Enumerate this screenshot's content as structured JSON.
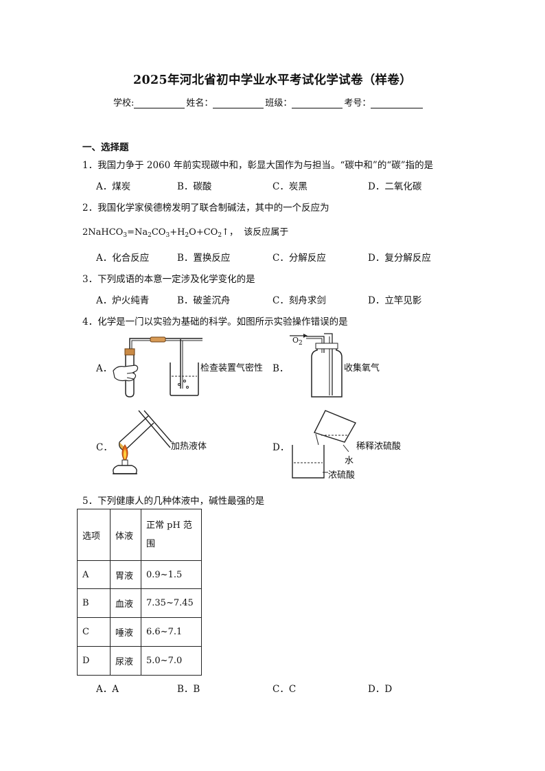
{
  "header": {
    "title": "2025年河北省初中学业水平考试化学试卷（样卷）",
    "school_label": "学校:",
    "name_label": "姓名：",
    "class_label": "班级：",
    "exam_no_label": "考号："
  },
  "section1": {
    "title": "一、选择题"
  },
  "q1": {
    "stem": "1．我国力争于 2060 年前实现碳中和，彰显大国作为与担当。“碳中和”的“碳”指的是",
    "options": [
      "A．煤炭",
      "B．碳酸",
      "C．炭黑",
      "D．二氧化碳"
    ]
  },
  "q2": {
    "stem": "2．我国化学家侯德榜发明了联合制碱法，其中的一个反应为",
    "eq": {
      "p1": "2NaHCO",
      "s1": "3",
      "p2": "=Na",
      "s2": "2",
      "p3": "CO",
      "s3": "3",
      "p4": "+H",
      "s4": "2",
      "p5": "O+CO",
      "s5": "2",
      "p6": "↑，",
      "tail": "该反应属于"
    },
    "options": [
      "A．化合反应",
      "B．置换反应",
      "C．分解反应",
      "D．复分解反应"
    ]
  },
  "q3": {
    "stem": "3．下列成语的本意一定涉及化学变化的是",
    "options": [
      "A．炉火纯青",
      "B．破釜沉舟",
      "C．刻舟求剑",
      "D．立竿见影"
    ]
  },
  "q4": {
    "stem": "4．化学是一门以实验为基础的科学。如图所示实验操作错误的是",
    "a_label": "A．",
    "a_caption": "检查装置气密性",
    "b_label": "B．",
    "b_caption": "收集氧气",
    "b_gas": "O",
    "b_gas_sub": "2",
    "c_label": "C．",
    "c_caption": "加热液体",
    "d_label": "D．",
    "d_caption": "稀释浓硫酸",
    "d_water": "水",
    "d_acid": "浓硫酸"
  },
  "q5": {
    "stem": "5．下列健康人的几种体液中，碱性最强的是",
    "table": {
      "headers": [
        "选项",
        "体液",
        "正常 pH 范",
        "围"
      ],
      "rows": [
        [
          "A",
          "胃液",
          "0.9~1.5"
        ],
        [
          "B",
          "血液",
          "7.35~7.45"
        ],
        [
          "C",
          "唾液",
          "6.6~7.1"
        ],
        [
          "D",
          "尿液",
          "5.0~7.0"
        ]
      ]
    },
    "options": [
      "A．A",
      "B．B",
      "C．C",
      "D．D"
    ]
  }
}
